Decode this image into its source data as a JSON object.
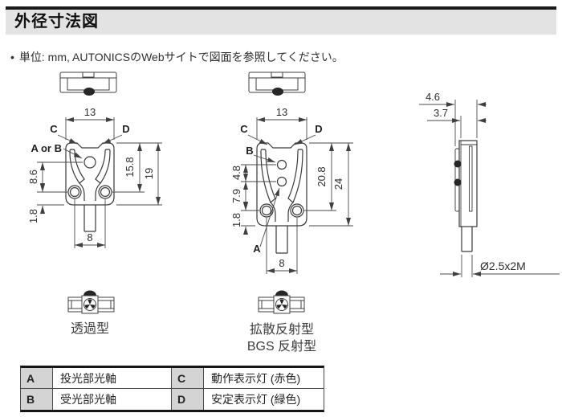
{
  "header": {
    "title": "外径寸法図"
  },
  "note": {
    "bullet": "•",
    "text": "単位: mm, AUTONICSのWebサイトで図面を参照してください。"
  },
  "diagram": {
    "through_beam": {
      "caption": "透過型",
      "callout_c": "C",
      "callout_d": "D",
      "callout_ab": "A or B",
      "dim_width": "13",
      "dim_inner_height": "15.8",
      "dim_height": "19",
      "dim_axis_to_hole": "8.6",
      "dim_hole_to_bottom": "1.8",
      "dim_hole_spacing": "8"
    },
    "reflective": {
      "caption_line1": "拡散反射型",
      "caption_line2": "BGS 反射型",
      "callout_c": "C",
      "callout_d": "D",
      "callout_b": "B",
      "callout_a": "A",
      "dim_width": "13",
      "dim_inner_height": "20.8",
      "dim_height": "24",
      "dim_axis_gap": "4.8",
      "dim_axis_to_hole": "7.9",
      "dim_hole_to_bottom": "1.8",
      "dim_hole_spacing": "8"
    },
    "side_view": {
      "dim_depth_total": "4.6",
      "dim_depth_body": "3.7",
      "cable_label": "Ø2.5x2M"
    }
  },
  "legend": {
    "rows": [
      {
        "key_left": "A",
        "desc_left": "投光部光軸",
        "key_right": "C",
        "desc_right": "動作表示灯 (赤色)"
      },
      {
        "key_left": "B",
        "desc_left": "受光部光軸",
        "key_right": "D",
        "desc_right": "安定表示灯 (緑色)"
      }
    ]
  },
  "colors": {
    "line": "#404040",
    "accent_dark": "#262626",
    "title_bg": "#e3e3e3",
    "table_key_bg": "#d4d4d4"
  }
}
